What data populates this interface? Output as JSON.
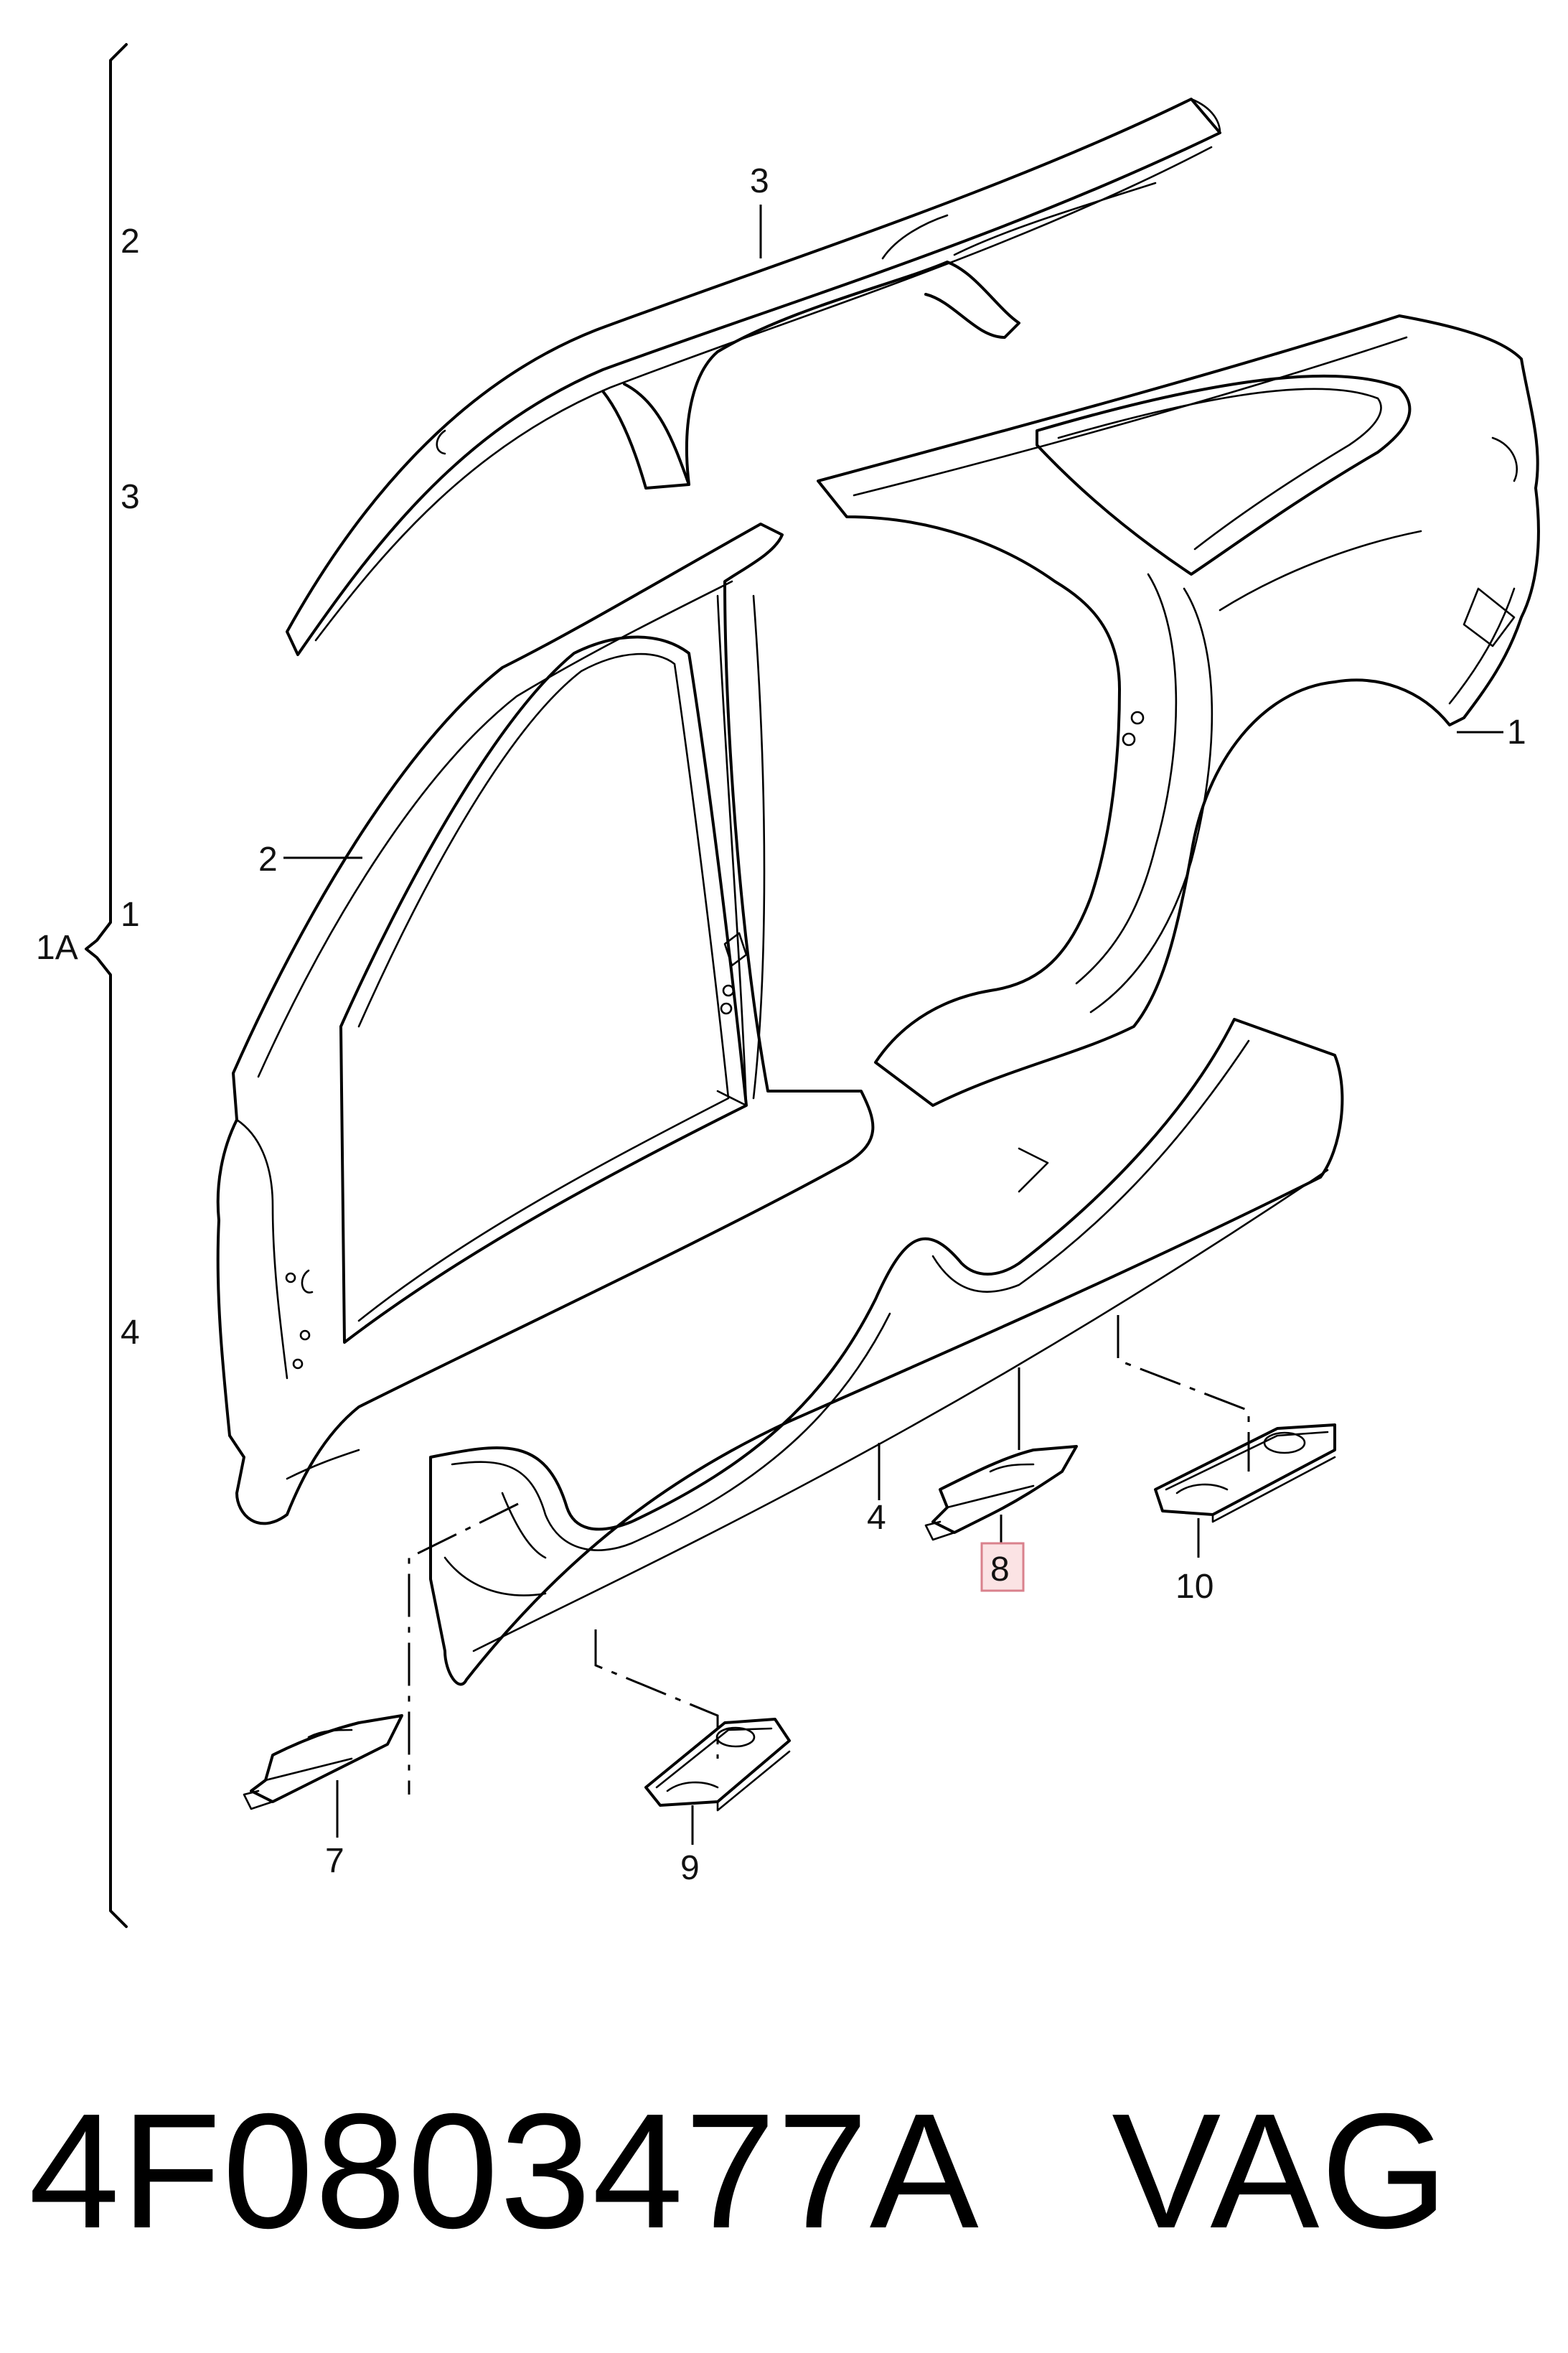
{
  "diagram": {
    "bracket_labels": [
      "2",
      "3",
      "1A",
      "1",
      "4"
    ],
    "callouts": [
      "3",
      "1",
      "2",
      "4",
      "8",
      "10",
      "7",
      "9"
    ],
    "highlighted_callout": "8",
    "highlight_color": "#fbe3e4"
  },
  "caption": {
    "part_number": "4F0803477A",
    "brand": "VAG"
  }
}
